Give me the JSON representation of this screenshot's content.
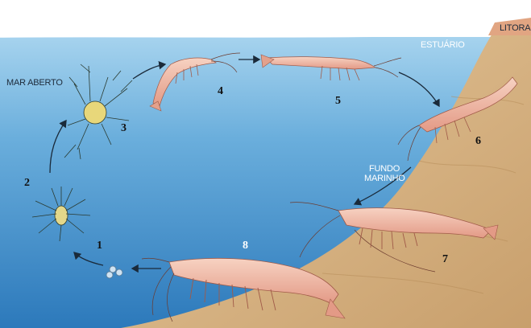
{
  "labels": {
    "litoral": "LITORAL",
    "estuario": "ESTUÁRIO",
    "mar_aberto": "MAR ABERTO",
    "fundo_marinho_1": "FUNDO",
    "fundo_marinho_2": "MARINHO"
  },
  "stages": [
    "1",
    "2",
    "3",
    "4",
    "5",
    "6",
    "7",
    "8"
  ],
  "colors": {
    "sea_top": "#8cc4e8",
    "sea_bottom": "#2f7fc0",
    "seabed": "#d9b889",
    "shore": "#e0a77f",
    "shrimp": "#f0b8a0",
    "larva": "#e8dc80",
    "arrow": "#1a2a3a"
  },
  "icons": [
    "egg-cluster-icon",
    "nauplius-larva-icon",
    "zoea-larva-icon",
    "mysis-larva-icon",
    "postlarva-icon",
    "juvenile-shrimp-icon",
    "adult-shrimp-icon",
    "spawning-shrimp-icon"
  ]
}
